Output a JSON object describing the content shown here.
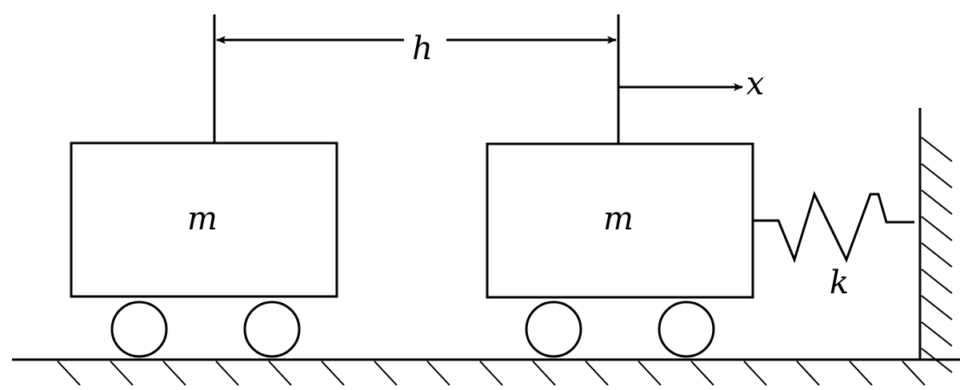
{
  "labels": {
    "separation": "h",
    "displacement": "x",
    "mass_left": "m",
    "mass_right": "m",
    "spring_constant": "k"
  },
  "colors": {
    "ink": "#000000",
    "paper": "#ffffff"
  }
}
